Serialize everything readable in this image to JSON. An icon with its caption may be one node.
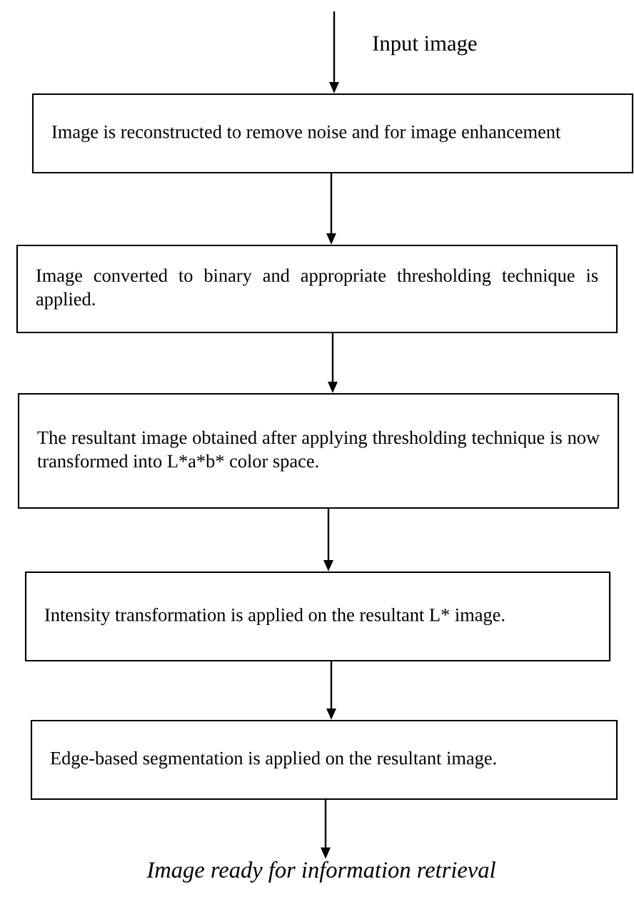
{
  "diagram": {
    "nodes": [
      {
        "text": [
          "Image is reconstructed to remove noise and for image enhancement"
        ]
      },
      {
        "text": [
          "Image converted to binary and appropriate thresholding technique is applied."
        ]
      },
      {
        "text": [
          "The resultant image obtained after applying thresholding technique is now transformed into L*a*b* color space."
        ]
      },
      {
        "text": [
          "Intensity transformation is applied on the resultant L* image."
        ]
      },
      {
        "text": [
          "Edge-based segmentation is applied on the resultant image."
        ]
      },
      {
        "text": [
          "Image ready for information retrieval"
        ]
      }
    ],
    "edges": [
      {
        "from": null,
        "to": 0,
        "arrow": "to"
      },
      {
        "from": 0,
        "to": 1,
        "arrow": "to"
      },
      {
        "from": 1,
        "to": 2,
        "arrow": "to"
      },
      {
        "from": 2,
        "to": 3,
        "arrow": "to"
      },
      {
        "from": 3,
        "to": 4,
        "arrow": "to"
      },
      {
        "from": 4,
        "to": 5,
        "arrow": "to"
      }
    ],
    "labels": [
      "Input image"
    ]
  }
}
